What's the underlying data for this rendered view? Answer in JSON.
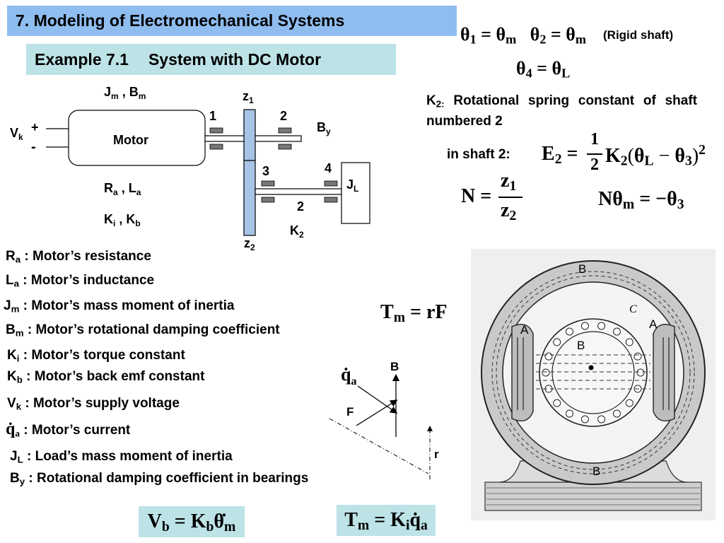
{
  "header": {
    "title": "7. Modeling of Electromechanical Systems",
    "example_number": "Example 7.1",
    "example_title": "System with DC Motor"
  },
  "diagram": {
    "motor_label": "Motor",
    "vk_symbol": "V",
    "vk_sub": "k",
    "plus": "+",
    "minus": "-",
    "jm_sym": "J",
    "jm_sub": "m",
    "bm_sym": "B",
    "bm_sub": "m",
    "ra_sym": "R",
    "ra_sub": "a",
    "la_sym": "L",
    "la_sub": "a",
    "ki_sym": "K",
    "ki_sub": "i",
    "kb_sym": "K",
    "kb_sub": "b",
    "z1_sym": "z",
    "z1_sub": "1",
    "z2_sym": "z",
    "z2_sub": "2",
    "bearing_1": "1",
    "bearing_2": "2",
    "bearing_3": "3",
    "bearing_4": "4",
    "shaft_2": "2",
    "by_sym": "B",
    "by_sub": "y",
    "jl_sym": "J",
    "jl_sub": "L",
    "k2_sym": "K",
    "k2_sub": "2",
    "comma": " , "
  },
  "definitions": [
    {
      "sym": "R",
      "sub": "a",
      "text": " : Motor’s resistance"
    },
    {
      "sym": "L",
      "sub": "a",
      "text": " : Motor’s inductance"
    },
    {
      "sym": "J",
      "sub": "m",
      "text": " : Motor’s mass moment of inertia"
    },
    {
      "sym": "B",
      "sub": "m",
      "text": " : Motor’s rotational damping coefficient"
    },
    {
      "sym": "K",
      "sub": "i",
      "text": " : Motor’s torque constant"
    },
    {
      "sym": "K",
      "sub": "b",
      "text": " : Motor’s back emf constant"
    },
    {
      "sym": "V",
      "sub": "k",
      "text": " : Motor’s supply voltage"
    },
    {
      "sym": "q̇",
      "sub": "a",
      "text": " : Motor’s current"
    },
    {
      "sym": "J",
      "sub": "L",
      "text": " :  Load’s mass moment of inertia"
    },
    {
      "sym": "B",
      "sub": "y",
      "text": " :  Rotational damping coefficient in bearings"
    }
  ],
  "right_panel": {
    "theta": "θ",
    "sub_1": "1",
    "sub_2": "2",
    "sub_4": "4",
    "sub_m": "m",
    "sub_L": "L",
    "sub_3": "3",
    "equals": " = ",
    "rigid_shaft": "(Rigid shaft)",
    "k2_sym": "K",
    "k2_sub": "2:",
    "k2_description": " Rotational spring constant of shaft numbered 2",
    "in_shaft_2": "in shaft 2:",
    "E": "E",
    "one": "1",
    "two": "2",
    "K": "K",
    "paren_l": "(",
    "paren_r": ")",
    "minus": " − ",
    "N": "N",
    "z": "z",
    "neg_theta": "−θ"
  },
  "torque": {
    "T": "T",
    "sub_m": "m",
    "rF": " = rF"
  },
  "force_diagram": {
    "qdot": "q̇",
    "qdot_sub": "a",
    "B": "B",
    "F": "F",
    "r": "r"
  },
  "motor_cross_section": {
    "B_top": "B",
    "B_center": "B",
    "B_bottom": "B",
    "A_left": "A",
    "A_right": "A",
    "C": "C"
  },
  "bottom_equations": {
    "vb_V": "V",
    "vb_sub": "b",
    "vb_eq": " = K",
    "vb_Ksub": "b",
    "vb_theta": "θ̇",
    "vb_tsub": "m",
    "tm_T": "T",
    "tm_sub": "m",
    "tm_eq": " = K",
    "tm_Ksub": "i",
    "tm_q": "q̇",
    "tm_qsub": "a"
  }
}
